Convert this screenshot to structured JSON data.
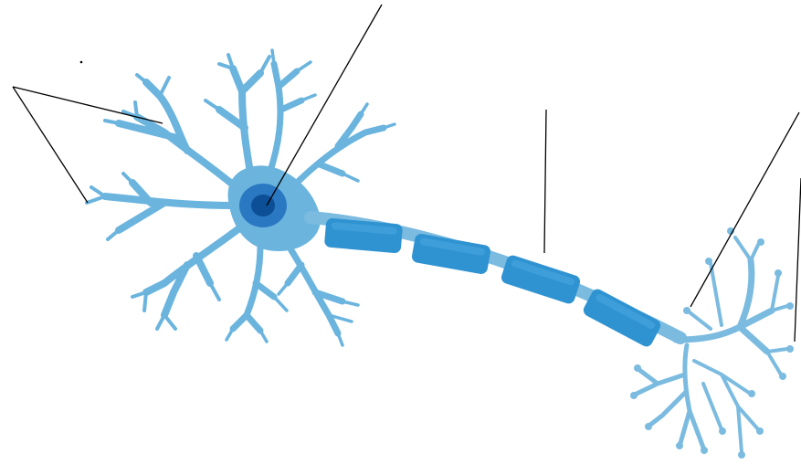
{
  "diagram": {
    "subject": "neuron",
    "labels": [
      "",
      "",
      "",
      "",
      "",
      ""
    ],
    "colors": {
      "background": "#ffffff",
      "cell_body": "#6ab4de",
      "dendrite": "#6ab4de",
      "nucleus_outer": "#2a78c2",
      "nucleus_inner": "#0d4f96",
      "axon": "#7bbbe0",
      "myelin": "#2f93d2",
      "myelin_highlight": "#4aa7e0",
      "axon_terminal": "#7bbbe0",
      "leader_line": "#000000"
    },
    "parts": [
      {
        "id": "dendrites",
        "icon": "branching-dendrites"
      },
      {
        "id": "nucleus",
        "icon": "nucleus-dot"
      },
      {
        "id": "myelin-sheath",
        "icon": "myelin-segment"
      },
      {
        "id": "axon-terminals",
        "icon": "terminal-bulbs"
      }
    ]
  }
}
